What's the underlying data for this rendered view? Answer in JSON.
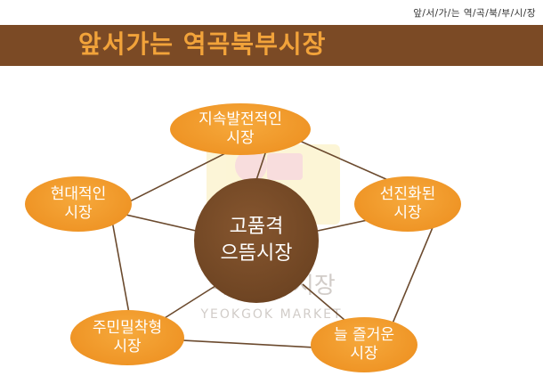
{
  "header": {
    "breadcrumb": "앞/서/가/는 역/곡/북/부/시/장",
    "title": "앞서가는 역곡북부시장"
  },
  "diagram": {
    "center": {
      "line1": "고품격",
      "line2": "으뜸시장"
    },
    "nodes": [
      {
        "line1": "지속발전적인",
        "line2": "시장"
      },
      {
        "line1": "선진화된",
        "line2": "시장"
      },
      {
        "line1": "늘 즐거운",
        "line2": "시장"
      },
      {
        "line1": "주민밀착형",
        "line2": "시장"
      },
      {
        "line1": "현대적인",
        "line2": "시장"
      }
    ]
  },
  "watermark": {
    "korean_text": "역곡북부시장",
    "english_text": "YEOKGOK MARKET"
  },
  "colors": {
    "header_band": "#7b4a25",
    "title": "#f2a33a",
    "outer_node": "#ef9526",
    "center_node": "#6f4523",
    "connector": "#6b4a2e"
  }
}
